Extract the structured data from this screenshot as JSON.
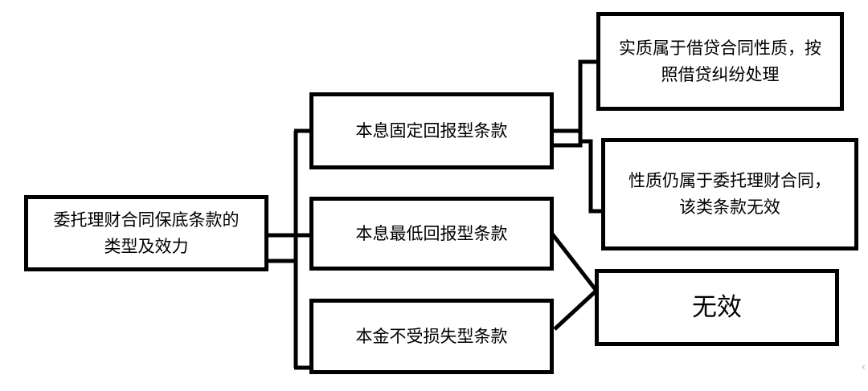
{
  "diagram": {
    "root": {
      "lines": [
        "委托理财合同保底条款的",
        "类型及效力"
      ]
    },
    "types": [
      {
        "id": "fixed",
        "lines": [
          "本息固定回报型条款"
        ]
      },
      {
        "id": "minimum",
        "lines": [
          "本息最低回报型条款"
        ]
      },
      {
        "id": "principal",
        "lines": [
          "本金不受损失型条款"
        ]
      }
    ],
    "effects": [
      {
        "id": "loan",
        "lines": [
          "实质属于借贷合同性质，按",
          "照借贷纠纷处理"
        ]
      },
      {
        "id": "entrust-invalid",
        "lines": [
          "性质仍属于委托理财合同，",
          "该类条款无效"
        ]
      },
      {
        "id": "invalid",
        "lines": [
          "无效"
        ]
      }
    ],
    "colors": {
      "stroke": "#000000",
      "fill": "#ffffff"
    }
  }
}
